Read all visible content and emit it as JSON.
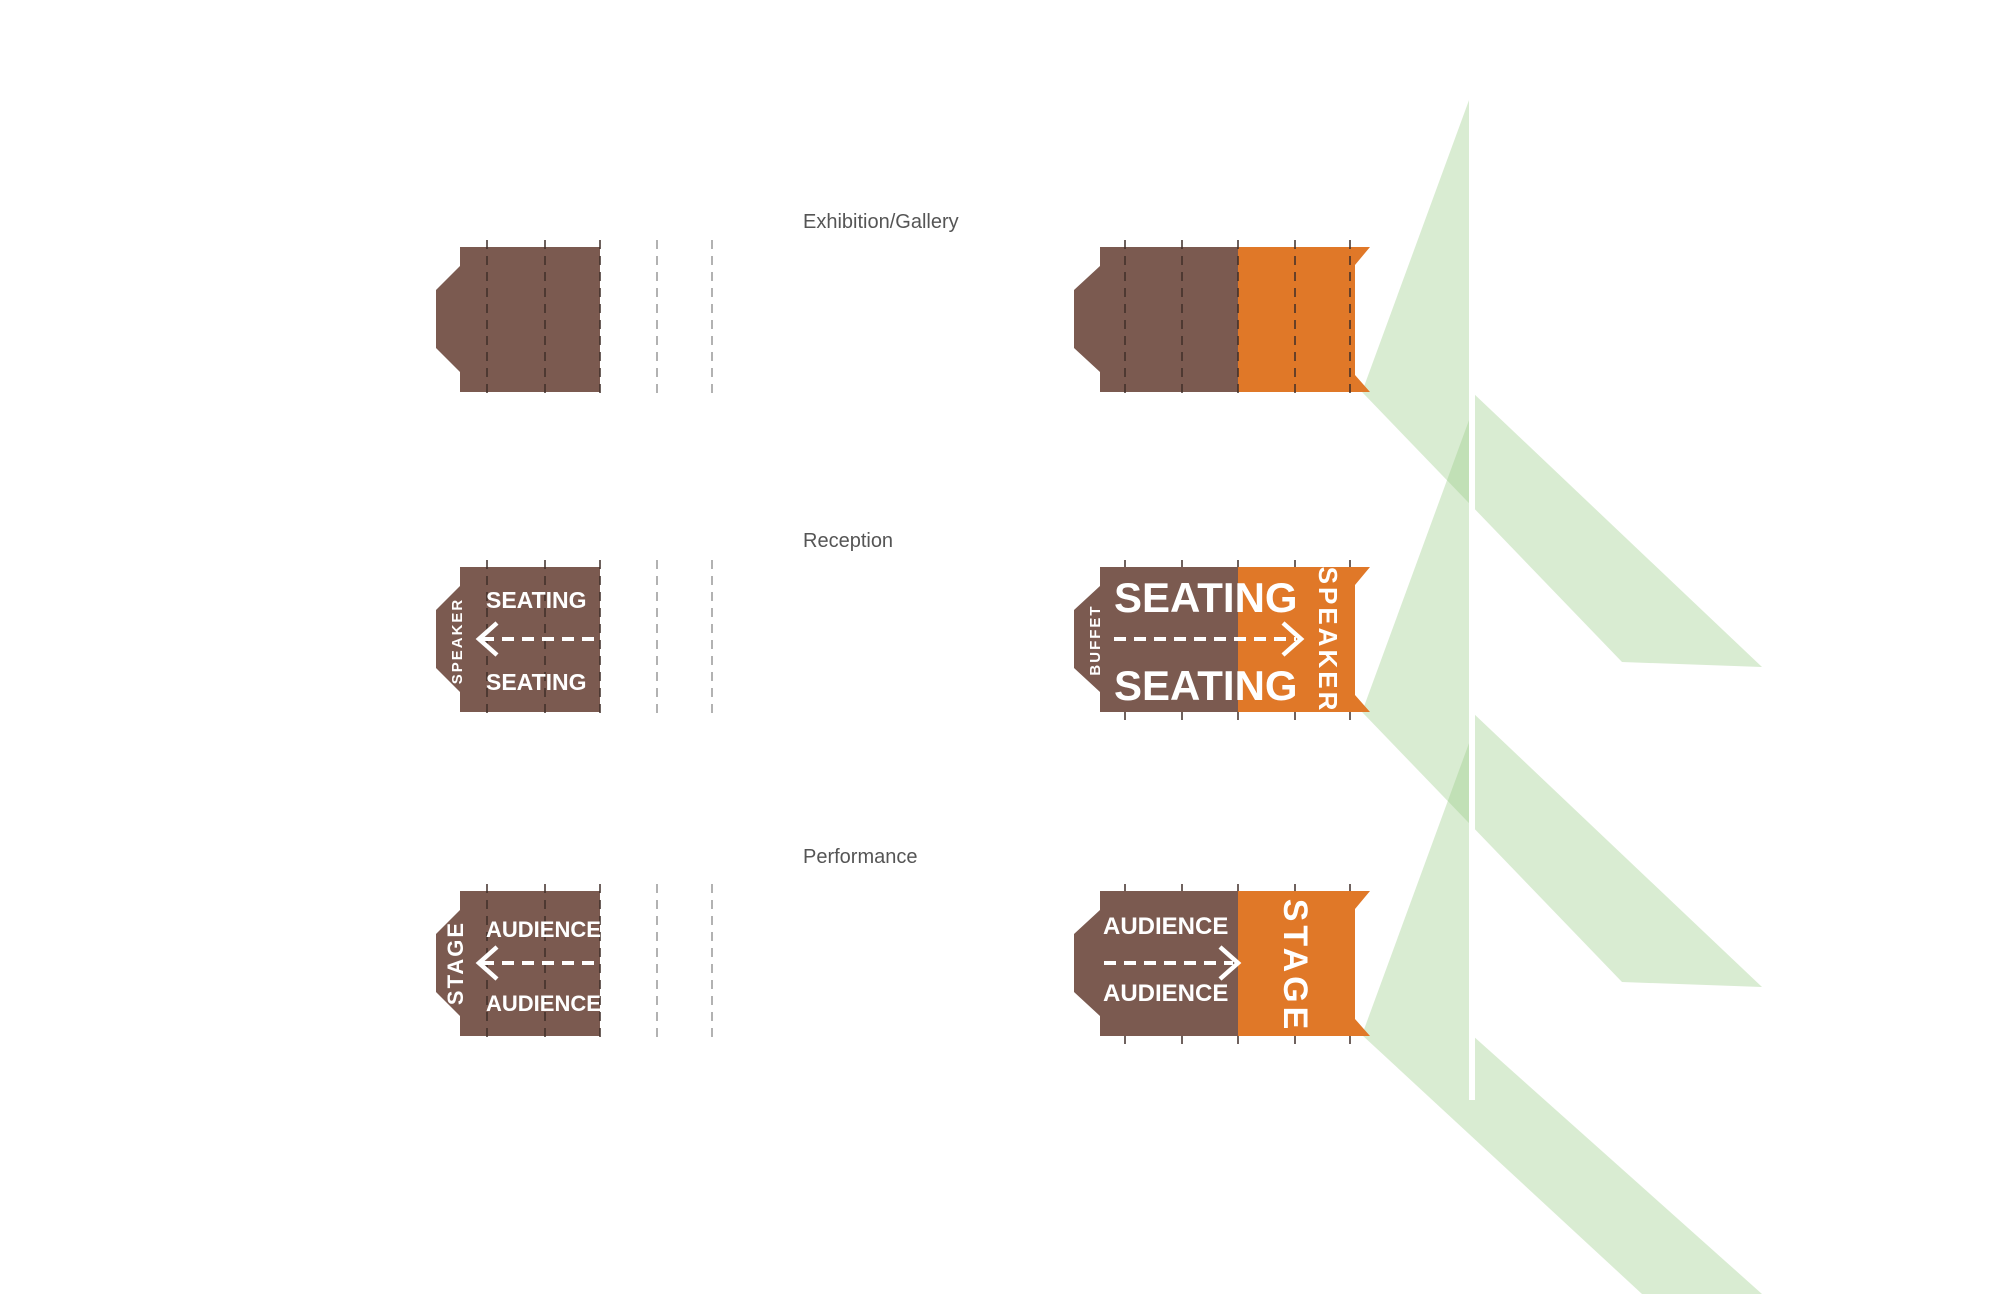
{
  "colors": {
    "brown": "#7B5A50",
    "orange": "#E07828",
    "green": "#9ACD8A",
    "caption": "#555555"
  },
  "sections": [
    {
      "title": "Exhibition/Gallery"
    },
    {
      "title": "Reception"
    },
    {
      "title": "Performance"
    }
  ],
  "reception": {
    "small": {
      "end_label": "SPEAKER",
      "top": "SEATING",
      "bottom": "SEATING"
    },
    "large": {
      "end_label": "BUFFET",
      "top": "SEATING",
      "bottom": "SEATING",
      "extension_label": "SPEAKER"
    }
  },
  "performance": {
    "small": {
      "end_label": "STAGE",
      "top": "AUDIENCE",
      "bottom": "AUDIENCE"
    },
    "large": {
      "top": "AUDIENCE",
      "bottom": "AUDIENCE",
      "extension_label": "STAGE"
    }
  }
}
